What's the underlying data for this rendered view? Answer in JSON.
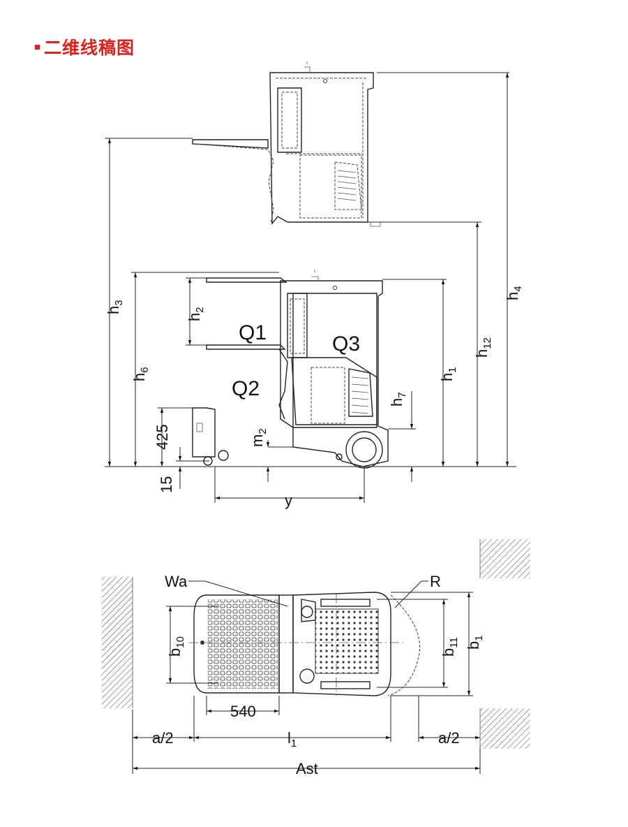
{
  "header": {
    "title": "二维线稿图"
  },
  "side_view": {
    "labels": {
      "h3": "h",
      "h3_sub": "3",
      "h4": "h",
      "h4_sub": "4",
      "h6": "h",
      "h6_sub": "6",
      "h2": "h",
      "h2_sub": "2",
      "h1": "h",
      "h1_sub": "1",
      "h12": "h",
      "h12_sub": "12",
      "h7": "h",
      "h7_sub": "7",
      "m2": "m",
      "m2_sub": "2",
      "d425": "425",
      "d15": "15",
      "y": "y",
      "q1": "Q1",
      "q2": "Q2",
      "q3": "Q3"
    }
  },
  "top_view": {
    "labels": {
      "wa": "Wa",
      "r": "R",
      "b10": "b",
      "b10_sub": "10",
      "b11": "b",
      "b11_sub": "11",
      "b1": "b",
      "b1_sub": "1",
      "d540": "540",
      "a2_left": "a/2",
      "l1": "l",
      "l1_sub": "1",
      "a2_right": "a/2",
      "ast": "Ast"
    }
  }
}
